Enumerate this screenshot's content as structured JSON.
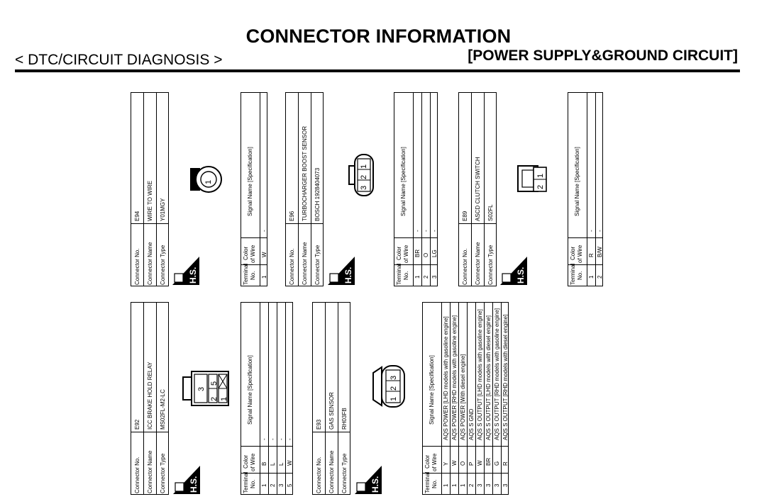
{
  "header": {
    "title": "CONNECTOR INFORMATION",
    "section": "< DTC/CIRCUIT DIAGNOSIS >",
    "subsection": "[POWER SUPPLY&GROUND CIRCUIT]"
  },
  "labels": {
    "connector_no": "Connector No.",
    "connector_name": "Connector Name",
    "connector_type": "Connector Type",
    "terminal_no": [
      "Terminal",
      "No."
    ],
    "color_of_wire": [
      "Color",
      "of Wire"
    ],
    "signal_name": "Signal Name [Specification]",
    "hs": "H.S."
  },
  "connectors": [
    {
      "no": "E94",
      "name": "WIRE TO WIRE",
      "type": "Y01MGY",
      "terminals": [
        {
          "t": "1",
          "c": "W",
          "s": "-"
        }
      ],
      "pins": [
        "1"
      ]
    },
    {
      "no": "E96",
      "name": "TURBOCHARGER BOOST SENSOR",
      "type": "BOSCH 1928404073",
      "terminals": [
        {
          "t": "1",
          "c": "BR",
          "s": "-"
        },
        {
          "t": "2",
          "c": "O",
          "s": "-"
        },
        {
          "t": "3",
          "c": "LG",
          "s": "-"
        }
      ],
      "pins": [
        "3",
        "2",
        "1"
      ]
    },
    {
      "no": "E89",
      "name": "ASCD CLUTCH SWITCH",
      "type": "S02FL",
      "terminals": [
        {
          "t": "1",
          "c": "R",
          "s": "-"
        },
        {
          "t": "2",
          "c": "B/W",
          "s": "-"
        }
      ],
      "pins": [
        "2",
        "1"
      ]
    },
    {
      "no": "E92",
      "name": "ICC BRAKE HOLD RELAY",
      "type": "MS02FL-M2-LC",
      "terminals": [
        {
          "t": "1",
          "c": "B",
          "s": "-"
        },
        {
          "t": "2",
          "c": "L",
          "s": "-"
        },
        {
          "t": "3",
          "c": "L",
          "s": "-"
        },
        {
          "t": "5",
          "c": "W",
          "s": "-"
        }
      ],
      "pins": [
        "3",
        "5",
        "2",
        "1"
      ]
    },
    {
      "no": "E93",
      "name": "GAS SENSOR",
      "type": "RH03FB",
      "terminals": [
        {
          "t": "1",
          "c": "Y",
          "s": "AQS POWER [LHD models with gasoline engine]"
        },
        {
          "t": "1",
          "c": "W",
          "s": "AQS POWER [RHD models with gasoline engine]"
        },
        {
          "t": "1",
          "c": "O",
          "s": "AQS POWER [With diesel engine]"
        },
        {
          "t": "2",
          "c": "P",
          "s": "AQS S GND"
        },
        {
          "t": "3",
          "c": "W",
          "s": "AQS S OUTPUT [LHD models with gasoline engine]"
        },
        {
          "t": "3",
          "c": "BR",
          "s": "AQS S OUTPUT [LHD models with diesel engine]"
        },
        {
          "t": "3",
          "c": "G",
          "s": "AQS S OUTPUT [RHD models with gasoline engine]"
        },
        {
          "t": "3",
          "c": "R",
          "s": "AQS S OUTPUT [RHD models with diesel engine]"
        }
      ],
      "pins": [
        "1",
        "2",
        "3"
      ]
    }
  ]
}
